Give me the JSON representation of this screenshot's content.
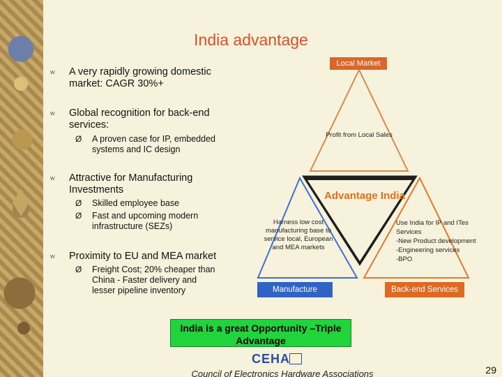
{
  "slide": {
    "title": "India advantage",
    "bullets": [
      {
        "marker": "w",
        "text": "A very rapidly growing domestic market: CAGR 30%+"
      },
      {
        "marker": "w",
        "text": "Global recognition for back-end services:"
      },
      {
        "marker": "Ø",
        "text": "A proven case for IP, embedded systems and IC design"
      },
      {
        "marker": "w",
        "text": "Attractive for Manufacturing Investments"
      },
      {
        "marker": "Ø",
        "text": "Skilled employee base"
      },
      {
        "marker": "Ø",
        "text": "Fast and upcoming modern infrastructure (SEZs)"
      },
      {
        "marker": "w",
        "text": "Proximity to EU and MEA  market"
      },
      {
        "marker": "Ø",
        "text": "Freight Cost; 20% cheaper than China  - Faster delivery and lesser pipeline inventory"
      }
    ],
    "diagram": {
      "local_market": "Local Market",
      "profit": "Profit from Local Sales",
      "advantage": "Advantage India",
      "harness": "Harness low cost manufacturing base to service local, European and MEA markets",
      "use_india": [
        "Use India for IP and ITes Services",
        "-New Product development",
        "-Engineering services",
        "-BPO"
      ],
      "manufacture": "Manufacture",
      "back_end": "Back-end Services"
    },
    "opportunity": "India is a great Opportunity –Triple Advantage",
    "logo_text": "CEHA",
    "council": "Council of Electronics Hardware Associations",
    "page_number": "29",
    "colors": {
      "title": "#d8502a",
      "orange": "#d9662b",
      "blue": "#2f64c4",
      "green": "#21d43c",
      "background": "#f7f2dc"
    }
  }
}
